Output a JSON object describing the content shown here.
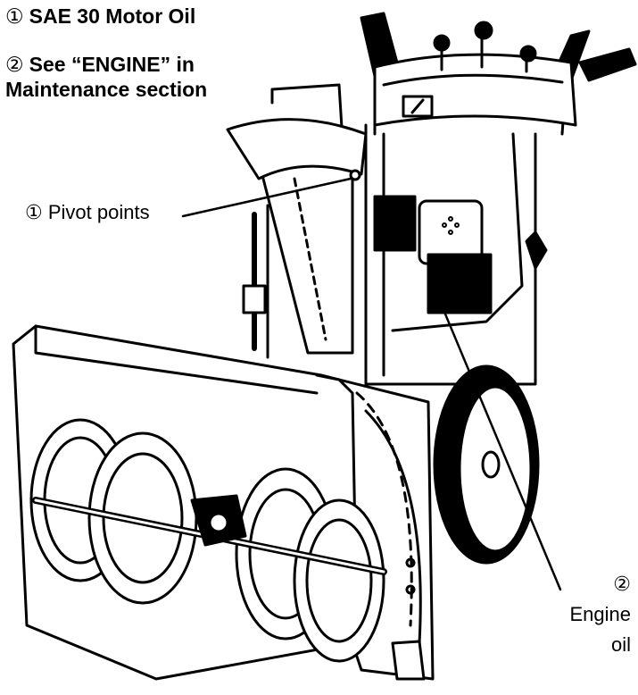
{
  "legend": [
    {
      "marker": "①",
      "text": "SAE 30 Motor Oil"
    },
    {
      "marker": "②",
      "line1": "See “ENGINE” in",
      "line2": "Maintenance section"
    }
  ],
  "callouts": {
    "pivot": {
      "marker": "①",
      "text": "Pivot points"
    },
    "engine_oil": {
      "marker": "②",
      "line1": "Engine",
      "line2": "oil"
    }
  }
}
